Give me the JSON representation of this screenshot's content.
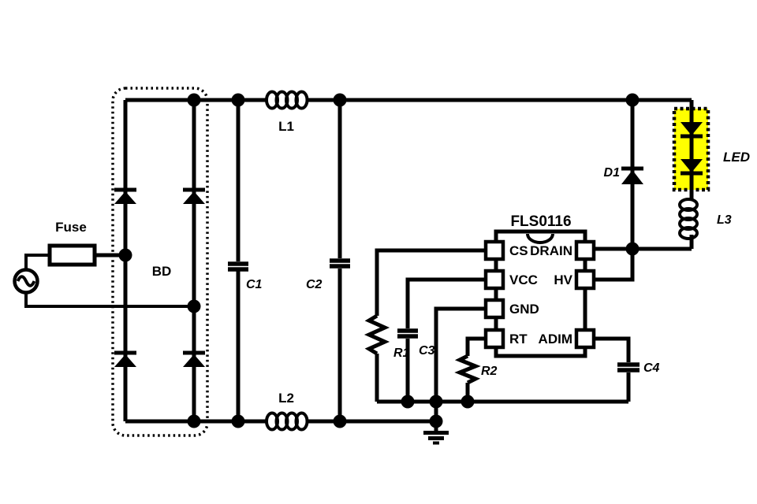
{
  "schematic": {
    "ic": {
      "name": "FLS0116",
      "left_pins": [
        "CS",
        "VCC",
        "GND",
        "RT"
      ],
      "right_pins": [
        "DRAIN",
        "HV",
        "ADIM"
      ]
    },
    "components": {
      "fuse": "Fuse",
      "bridge": "BD",
      "inductor1": "L1",
      "inductor2": "L2",
      "inductor3": "L3",
      "cap1": "C1",
      "cap2": "C2",
      "cap3": "C3",
      "cap4": "C4",
      "res1": "R1",
      "res2": "R2",
      "diode1": "D1",
      "led": "LED"
    },
    "colors": {
      "wire": "#000000",
      "background": "#ffffff",
      "led_highlight": "#ffff00"
    }
  }
}
